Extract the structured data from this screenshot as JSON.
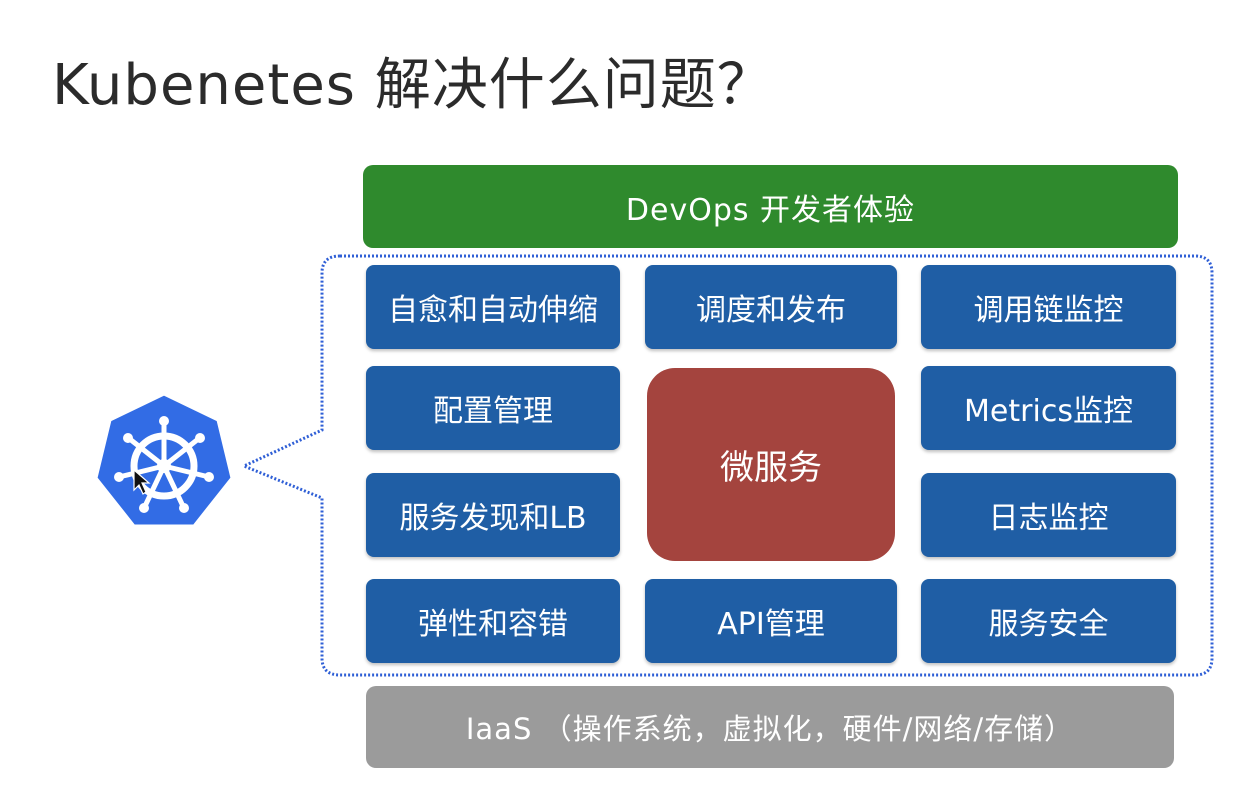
{
  "title": "Kubenetes 解决什么问题？",
  "top_layer": {
    "label": "DevOps 开发者体验"
  },
  "bottom_layer": {
    "label": "IaaS （操作系统，虚拟化，硬件/网络/存储）"
  },
  "center": {
    "label": "微服务"
  },
  "left_column": [
    {
      "label": "自愈和自动伸缩"
    },
    {
      "label": "配置管理"
    },
    {
      "label": "服务发现和LB"
    },
    {
      "label": "弹性和容错"
    }
  ],
  "middle_column": [
    {
      "label": "调度和发布"
    },
    {
      "label": "API管理"
    }
  ],
  "right_column": [
    {
      "label": "调用链监控"
    },
    {
      "label": "Metrics监控"
    },
    {
      "label": "日志监控"
    },
    {
      "label": "服务安全"
    }
  ],
  "logo": {
    "icon": "kubernetes-helm-icon"
  },
  "colors": {
    "devops": "#2f8a2d",
    "capability": "#1f5ea5",
    "center": "#a4443e",
    "iaas": "#9b9b9b",
    "outline": "#2f5fd6",
    "logo": "#326ce5"
  }
}
